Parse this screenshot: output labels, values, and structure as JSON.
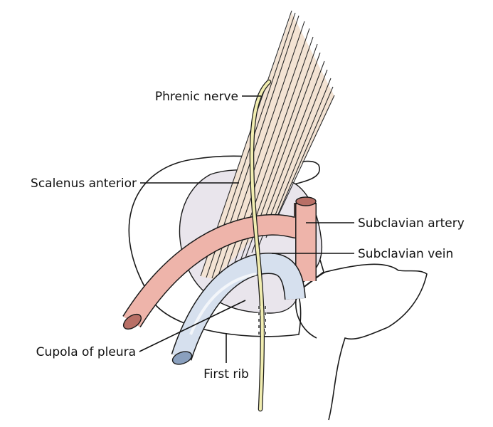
{
  "labels": {
    "phrenic_nerve": "Phrenic nerve",
    "scalenus_anterior": "Scalenus anterior",
    "subclavian_artery": "Subclavian artery",
    "subclavian_vein": "Subclavian vein",
    "cupola_of_pleura": "Cupola of pleura",
    "first_rib": "First rib"
  },
  "colors": {
    "artery": "#eeb4aa",
    "vein": "#d6e0ee",
    "muscle": "#f3e3d3",
    "pleura": "#e9e5ec",
    "nerve": "#f1edb0",
    "outline": "#1a1a1a"
  }
}
